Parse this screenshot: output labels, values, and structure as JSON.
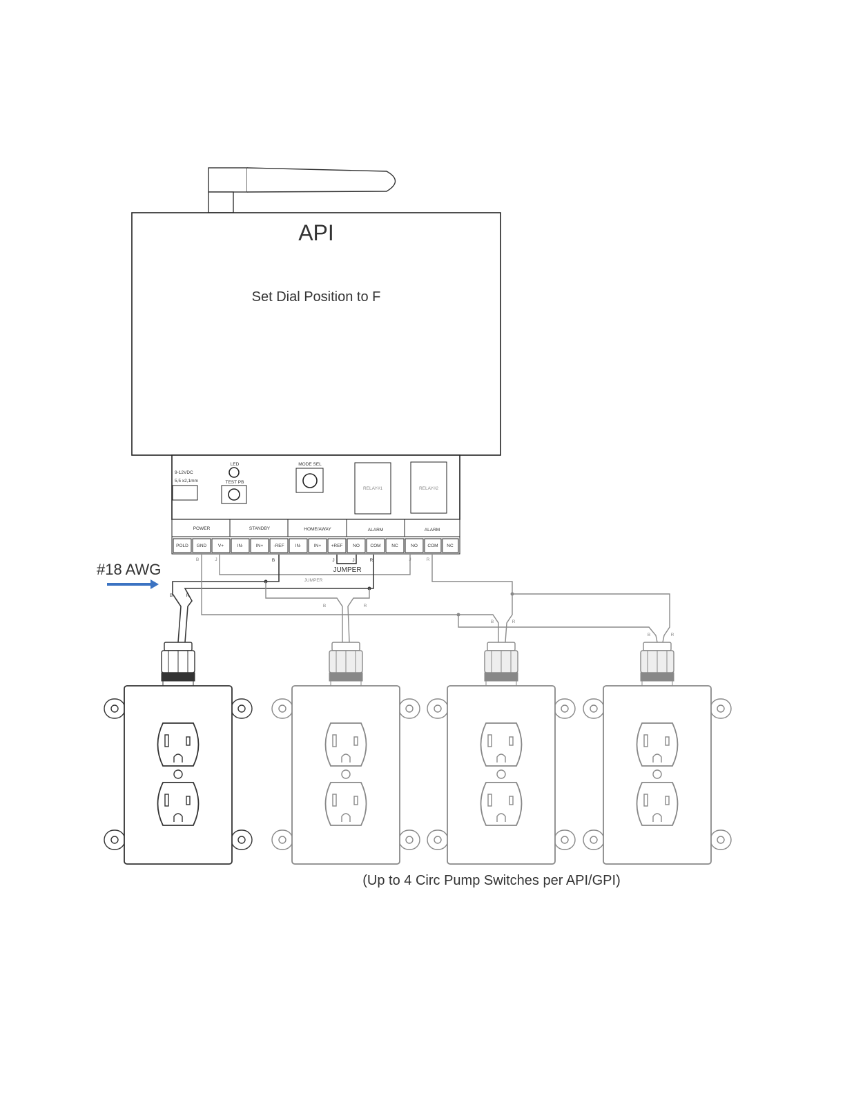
{
  "api_box": {
    "title": "API",
    "instruction": "Set Dial Position to F"
  },
  "controller_panel": {
    "power_label_line1": "9-12VDC",
    "power_label_line2": "5,5  x2,1mm",
    "led_label": "LED",
    "test_pb_label": "TEST PB",
    "mode_sel_label": "MODE SEL",
    "relay1_label": "RELAY#1",
    "relay2_label": "RELAY#2",
    "group_labels": [
      "POWER",
      "STANDBY",
      "HOME/AWAY",
      "ALARM",
      "ALARM"
    ],
    "terminal_labels": [
      "POLD",
      "GND",
      "V+",
      "IN-",
      "IN+",
      "-REF",
      "IN-",
      "IN+",
      "+REF",
      "NO",
      "COM",
      "NC",
      "NO",
      "COM",
      "NC"
    ]
  },
  "wiring": {
    "awg_label": "#18 AWG",
    "jumper_label_primary": "JUMPER",
    "jumper_label_secondary": "JUMPER",
    "wire_letters": {
      "b": "B",
      "r": "R",
      "j": "J"
    },
    "colors": {
      "dark_wire": "#3a3a3a",
      "light_wire": "#8a8a8a",
      "arrow": "#3b73c2"
    }
  },
  "outlets": {
    "count": 4,
    "caption": "(Up to 4 Circ Pump Switches per API/GPI)"
  }
}
